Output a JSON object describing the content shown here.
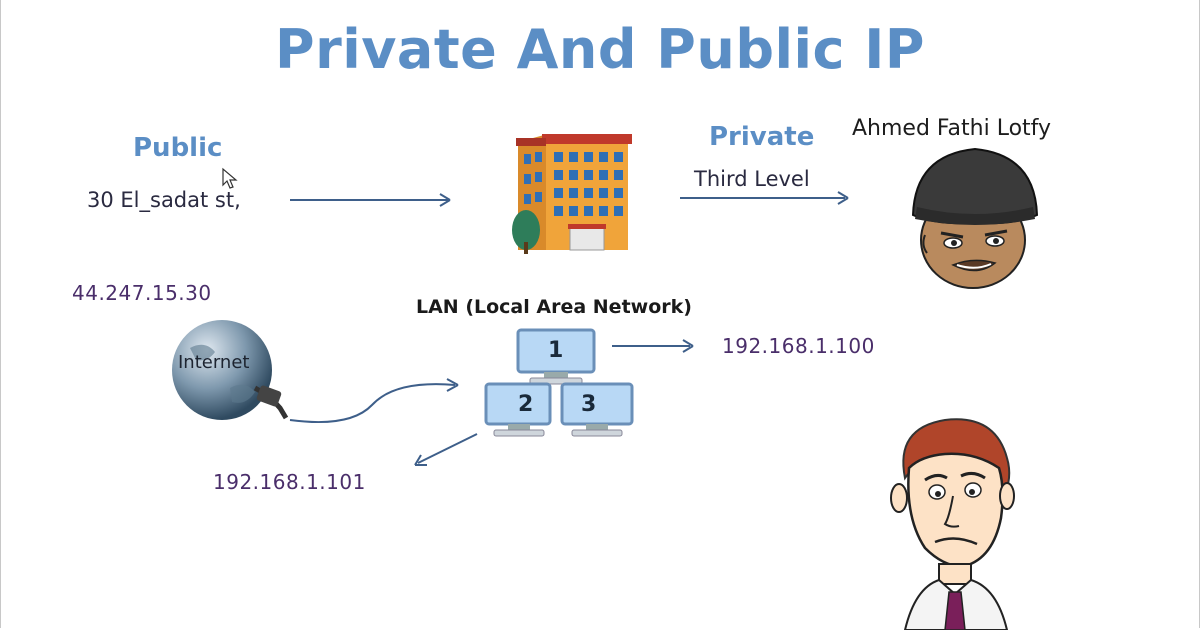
{
  "slide": {
    "title": "Private And Public IP",
    "public_label": "Public",
    "public_address": "30 El_sadat st,",
    "private_label": "Private",
    "private_sub": "Third Level",
    "person_name": "Ahmed Fathi Lotfy",
    "public_ip": "44.247.15.30",
    "internet_label": "Internet",
    "lan_label": "LAN (Local Area Network)",
    "computers": [
      "1",
      "2",
      "3"
    ],
    "ip_pc1": "192.168.1.100",
    "ip_pc2": "192.168.1.101"
  },
  "colors": {
    "title": "#5b8ec5",
    "ip_text": "#4a2e6a",
    "arrow": "#3e5f8a"
  },
  "icons": [
    "building-icon",
    "hooded-person-icon",
    "globe-icon",
    "network-computers-icon",
    "worried-man-icon"
  ]
}
